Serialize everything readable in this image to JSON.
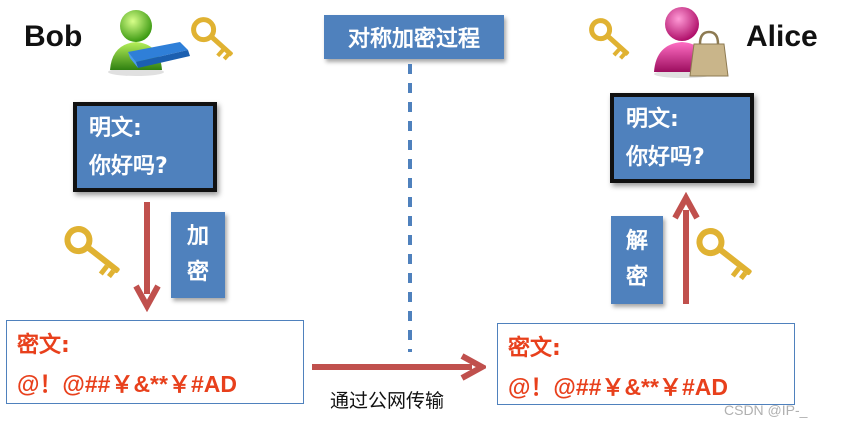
{
  "title": "对称加密过程",
  "bob": {
    "name": "Bob",
    "plaintext_label": "明文:",
    "plaintext_value": "你好吗?",
    "operation": [
      "加",
      "密"
    ],
    "ciphertext_label": "密文:",
    "ciphertext_value": "@！@##￥&**￥#AD"
  },
  "alice": {
    "name": "Alice",
    "plaintext_label": "明文:",
    "plaintext_value": "你好吗?",
    "operation": [
      "解",
      "密"
    ],
    "ciphertext_label": "密文:",
    "ciphertext_value": "@！@##￥&**￥#AD"
  },
  "transfer_label": "通过公网传输",
  "watermark": "CSDN @IP-_",
  "colors": {
    "box_blue": "#4f81bd",
    "arrow_red": "#c0504d",
    "cipher_red": "#e8401c",
    "key_gold": "#e0b232"
  },
  "icons": [
    "user-bob-icon",
    "user-alice-icon",
    "key-icon"
  ]
}
